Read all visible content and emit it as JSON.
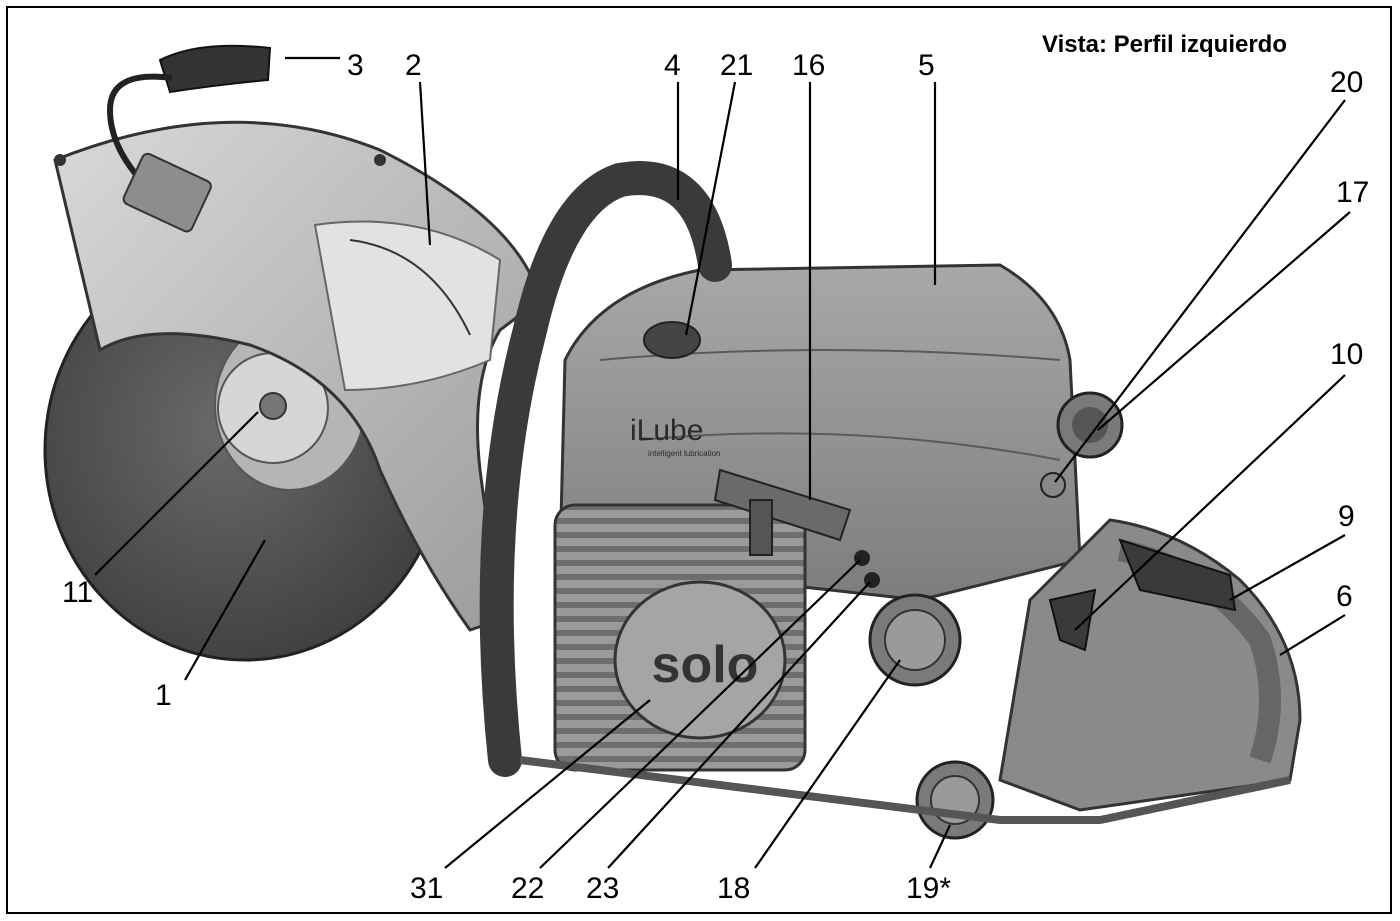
{
  "title": "Vista: Perfil izquierdo",
  "brand_text": {
    "ilube": "iLube",
    "ilube_sub": "intelligent lubrication",
    "solo": "solo"
  },
  "callouts": [
    "1",
    "2",
    "3",
    "4",
    "5",
    "6",
    "9",
    "10",
    "11",
    "16",
    "17",
    "18",
    "19*",
    "20",
    "21",
    "22",
    "23",
    "31"
  ],
  "colors": {
    "line": "#000000",
    "housing": "#8c8c8c",
    "disc": "#4a4a4a",
    "background": "#ffffff"
  }
}
